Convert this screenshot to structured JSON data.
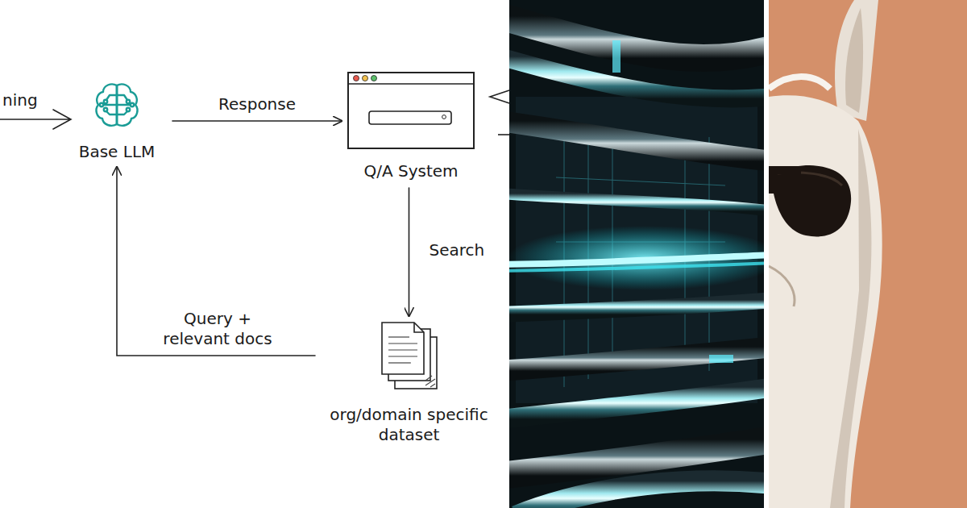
{
  "diagram": {
    "nodes": [
      {
        "text": [
          "Base LLM"
        ]
      },
      {
        "text": [
          "Q/A System"
        ]
      },
      {
        "text": [
          "org/domain specific dataset"
        ]
      }
    ],
    "edges": [
      {
        "from": 0,
        "to": 1,
        "label": "Response",
        "arrow": "to"
      },
      {
        "from": 1,
        "to": 2,
        "label": "Search",
        "arrow": "to"
      },
      {
        "from": 2,
        "to": 0,
        "label": "Query + relevant docs",
        "arrow": "to"
      }
    ],
    "labels": [
      "ning"
    ]
  }
}
